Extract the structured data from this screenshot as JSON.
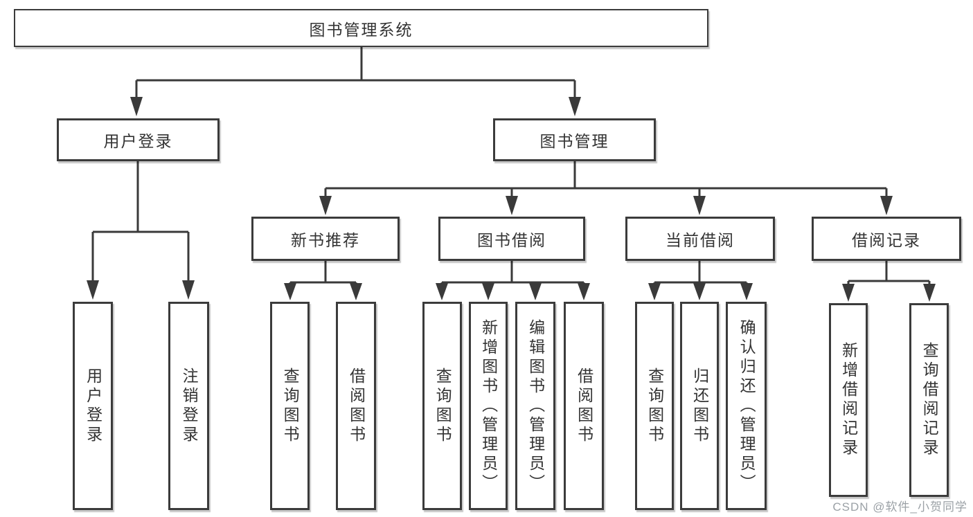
{
  "tree": {
    "root": "图书管理系统",
    "branches": [
      {
        "label": "用户登录",
        "children": [
          "用户登录",
          "注销登录"
        ]
      },
      {
        "label": "图书管理",
        "groups": [
          {
            "label": "新书推荐",
            "children": [
              "查询图书",
              "借阅图书"
            ]
          },
          {
            "label": "图书借阅",
            "children": [
              "查询图书",
              "新增图书（管理员）",
              "编辑图书（管理员）",
              "借阅图书"
            ]
          },
          {
            "label": "当前借阅",
            "children": [
              "查询图书",
              "归还图书",
              "确认归还（管理员）"
            ]
          },
          {
            "label": "借阅记录",
            "children": [
              "新增借阅记录",
              "查询借阅记录"
            ]
          }
        ]
      }
    ]
  },
  "watermark": {
    "text": "CSDN @软件_小贺同学"
  },
  "colors": {
    "line": "#3a3a3a",
    "box_border": "#3b3b3b",
    "text": "#333333",
    "watermark": "#9ba1a6",
    "background": "#ffffff"
  }
}
